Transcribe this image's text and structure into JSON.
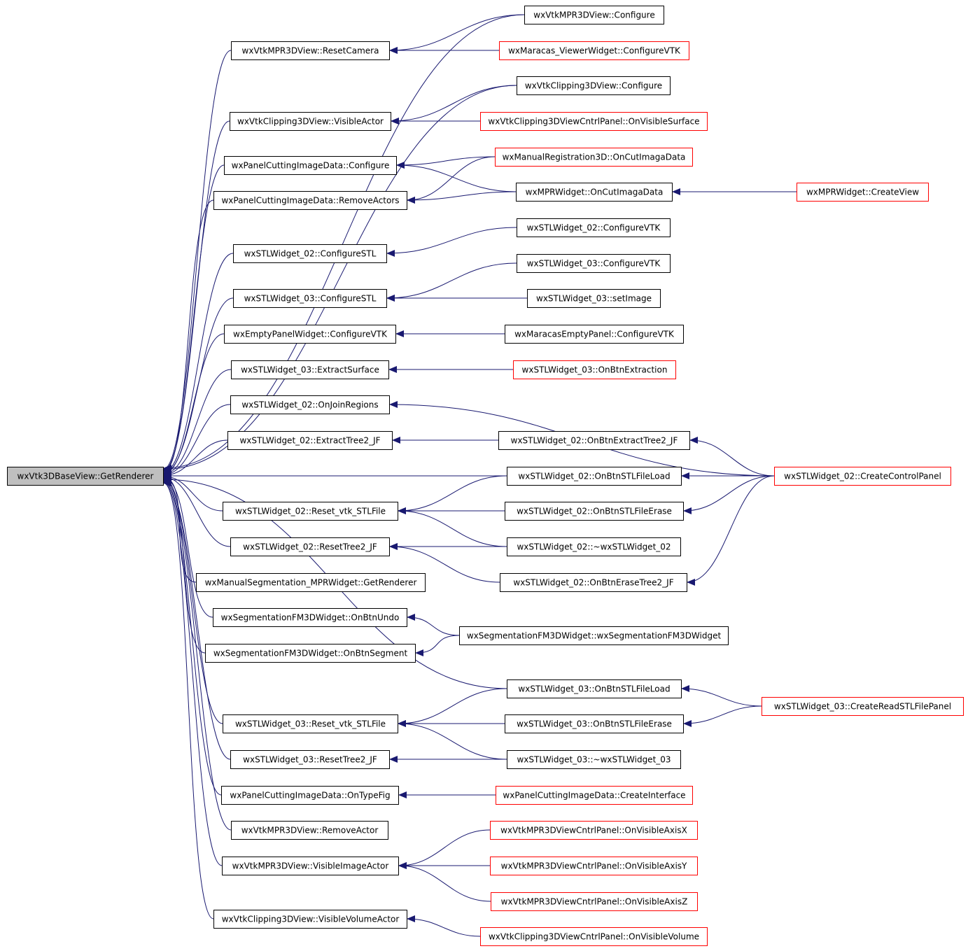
{
  "colors": {
    "edge": "#191970",
    "root_fill": "#bfbfbf",
    "node_border": "#000000",
    "node_border_truncated": "#ff0000",
    "node_fill": "#ffffff"
  },
  "graph": {
    "nodes": [
      {
        "id": "root",
        "label": "wxVtk3DBaseView::GetRenderer",
        "style": "root"
      },
      {
        "id": "n1",
        "label": "wxVtkMPR3DView::Configure",
        "style": "normal"
      },
      {
        "id": "n2",
        "label": "wxVtkMPR3DView::ResetCamera",
        "style": "normal"
      },
      {
        "id": "n3",
        "label": "wxMaracas_ViewerWidget::ConfigureVTK",
        "style": "truncated"
      },
      {
        "id": "n4",
        "label": "wxVtkClipping3DView::Configure",
        "style": "normal"
      },
      {
        "id": "n5",
        "label": "wxVtkClipping3DView::VisibleActor",
        "style": "normal"
      },
      {
        "id": "n6",
        "label": "wxVtkClipping3DViewCntrlPanel::OnVisibleSurface",
        "style": "truncated"
      },
      {
        "id": "n7",
        "label": "wxPanelCuttingImageData::Configure",
        "style": "normal"
      },
      {
        "id": "n8",
        "label": "wxManualRegistration3D::OnCutImagaData",
        "style": "truncated"
      },
      {
        "id": "n9",
        "label": "wxPanelCuttingImageData::RemoveActors",
        "style": "normal"
      },
      {
        "id": "n10",
        "label": "wxMPRWidget::OnCutImagaData",
        "style": "normal"
      },
      {
        "id": "n11",
        "label": "wxMPRWidget::CreateView",
        "style": "truncated"
      },
      {
        "id": "n12",
        "label": "wxSTLWidget_02::ConfigureVTK",
        "style": "normal"
      },
      {
        "id": "n13",
        "label": "wxSTLWidget_02::ConfigureSTL",
        "style": "normal"
      },
      {
        "id": "n14",
        "label": "wxSTLWidget_03::ConfigureVTK",
        "style": "normal"
      },
      {
        "id": "n15",
        "label": "wxSTLWidget_03::ConfigureSTL",
        "style": "normal"
      },
      {
        "id": "n16",
        "label": "wxSTLWidget_03::setImage",
        "style": "normal"
      },
      {
        "id": "n17",
        "label": "wxEmptyPanelWidget::ConfigureVTK",
        "style": "normal"
      },
      {
        "id": "n18",
        "label": "wxMaracasEmptyPanel::ConfigureVTK",
        "style": "normal"
      },
      {
        "id": "n19",
        "label": "wxSTLWidget_03::ExtractSurface",
        "style": "normal"
      },
      {
        "id": "n20",
        "label": "wxSTLWidget_03::OnBtnExtraction",
        "style": "truncated"
      },
      {
        "id": "n21",
        "label": "wxSTLWidget_02::OnJoinRegions",
        "style": "normal"
      },
      {
        "id": "n22",
        "label": "wxSTLWidget_02::ExtractTree2_JF",
        "style": "normal"
      },
      {
        "id": "n23",
        "label": "wxSTLWidget_02::OnBtnExtractTree2_JF",
        "style": "normal"
      },
      {
        "id": "n24",
        "label": "wxSTLWidget_02::OnBtnSTLFileLoad",
        "style": "normal"
      },
      {
        "id": "n25",
        "label": "wxSTLWidget_02::CreateControlPanel",
        "style": "truncated"
      },
      {
        "id": "n26",
        "label": "wxSTLWidget_02::Reset_vtk_STLFile",
        "style": "normal"
      },
      {
        "id": "n27",
        "label": "wxSTLWidget_02::OnBtnSTLFileErase",
        "style": "normal"
      },
      {
        "id": "n28",
        "label": "wxSTLWidget_02::ResetTree2_JF",
        "style": "normal"
      },
      {
        "id": "n29",
        "label": "wxSTLWidget_02::~wxSTLWidget_02",
        "style": "normal"
      },
      {
        "id": "n30",
        "label": "wxManualSegmentation_MPRWidget::GetRenderer",
        "style": "normal"
      },
      {
        "id": "n31",
        "label": "wxSTLWidget_02::OnBtnEraseTree2_JF",
        "style": "normal"
      },
      {
        "id": "n32",
        "label": "wxSegmentationFM3DWidget::OnBtnUndo",
        "style": "normal"
      },
      {
        "id": "n33",
        "label": "wxSegmentationFM3DWidget::wxSegmentationFM3DWidget",
        "style": "normal"
      },
      {
        "id": "n34",
        "label": "wxSegmentationFM3DWidget::OnBtnSegment",
        "style": "normal"
      },
      {
        "id": "n35",
        "label": "wxSTLWidget_03::OnBtnSTLFileLoad",
        "style": "normal"
      },
      {
        "id": "n36",
        "label": "wxSTLWidget_03::CreateReadSTLFilePanel",
        "style": "truncated"
      },
      {
        "id": "n37",
        "label": "wxSTLWidget_03::Reset_vtk_STLFile",
        "style": "normal"
      },
      {
        "id": "n38",
        "label": "wxSTLWidget_03::OnBtnSTLFileErase",
        "style": "normal"
      },
      {
        "id": "n39",
        "label": "wxSTLWidget_03::ResetTree2_JF",
        "style": "normal"
      },
      {
        "id": "n40",
        "label": "wxSTLWidget_03::~wxSTLWidget_03",
        "style": "normal"
      },
      {
        "id": "n41",
        "label": "wxPanelCuttingImageData::OnTypeFig",
        "style": "normal"
      },
      {
        "id": "n42",
        "label": "wxPanelCuttingImageData::CreateInterface",
        "style": "truncated"
      },
      {
        "id": "n43",
        "label": "wxVtkMPR3DView::RemoveActor",
        "style": "normal"
      },
      {
        "id": "n44",
        "label": "wxVtkMPR3DViewCntrlPanel::OnVisibleAxisX",
        "style": "truncated"
      },
      {
        "id": "n45",
        "label": "wxVtkMPR3DView::VisibleImageActor",
        "style": "normal"
      },
      {
        "id": "n46",
        "label": "wxVtkMPR3DViewCntrlPanel::OnVisibleAxisY",
        "style": "truncated"
      },
      {
        "id": "n47",
        "label": "wxVtkMPR3DViewCntrlPanel::OnVisibleAxisZ",
        "style": "truncated"
      },
      {
        "id": "n48",
        "label": "wxVtkClipping3DView::VisibleVolumeActor",
        "style": "normal"
      },
      {
        "id": "n49",
        "label": "wxVtkClipping3DViewCntrlPanel::OnVisibleVolume",
        "style": "truncated"
      }
    ],
    "edges": [
      [
        "n1",
        "root"
      ],
      [
        "n2",
        "root"
      ],
      [
        "n1",
        "n2"
      ],
      [
        "n3",
        "n2"
      ],
      [
        "n4",
        "root"
      ],
      [
        "n5",
        "root"
      ],
      [
        "n4",
        "n5"
      ],
      [
        "n6",
        "n5"
      ],
      [
        "n7",
        "root"
      ],
      [
        "n8",
        "n7"
      ],
      [
        "n10",
        "n7"
      ],
      [
        "n9",
        "root"
      ],
      [
        "n8",
        "n9"
      ],
      [
        "n10",
        "n9"
      ],
      [
        "n11",
        "n10"
      ],
      [
        "n13",
        "root"
      ],
      [
        "n12",
        "n13"
      ],
      [
        "n15",
        "root"
      ],
      [
        "n14",
        "n15"
      ],
      [
        "n16",
        "n15"
      ],
      [
        "n17",
        "root"
      ],
      [
        "n18",
        "n17"
      ],
      [
        "n19",
        "root"
      ],
      [
        "n20",
        "n19"
      ],
      [
        "n21",
        "root"
      ],
      [
        "n25",
        "n21"
      ],
      [
        "n22",
        "root"
      ],
      [
        "n23",
        "n22"
      ],
      [
        "n25",
        "n23"
      ],
      [
        "n24",
        "root"
      ],
      [
        "n25",
        "n24"
      ],
      [
        "n26",
        "root"
      ],
      [
        "n24",
        "n26"
      ],
      [
        "n27",
        "n26"
      ],
      [
        "n29",
        "n26"
      ],
      [
        "n25",
        "n27"
      ],
      [
        "n28",
        "root"
      ],
      [
        "n29",
        "n28"
      ],
      [
        "n31",
        "n28"
      ],
      [
        "n25",
        "n31"
      ],
      [
        "n30",
        "root"
      ],
      [
        "n32",
        "root"
      ],
      [
        "n33",
        "n32"
      ],
      [
        "n34",
        "root"
      ],
      [
        "n33",
        "n34"
      ],
      [
        "n35",
        "root"
      ],
      [
        "n36",
        "n35"
      ],
      [
        "n37",
        "root"
      ],
      [
        "n35",
        "n37"
      ],
      [
        "n38",
        "n37"
      ],
      [
        "n40",
        "n37"
      ],
      [
        "n36",
        "n38"
      ],
      [
        "n39",
        "root"
      ],
      [
        "n40",
        "n39"
      ],
      [
        "n41",
        "root"
      ],
      [
        "n42",
        "n41"
      ],
      [
        "n43",
        "root"
      ],
      [
        "n45",
        "root"
      ],
      [
        "n44",
        "n45"
      ],
      [
        "n46",
        "n45"
      ],
      [
        "n47",
        "n45"
      ],
      [
        "n48",
        "root"
      ],
      [
        "n49",
        "n48"
      ]
    ]
  }
}
